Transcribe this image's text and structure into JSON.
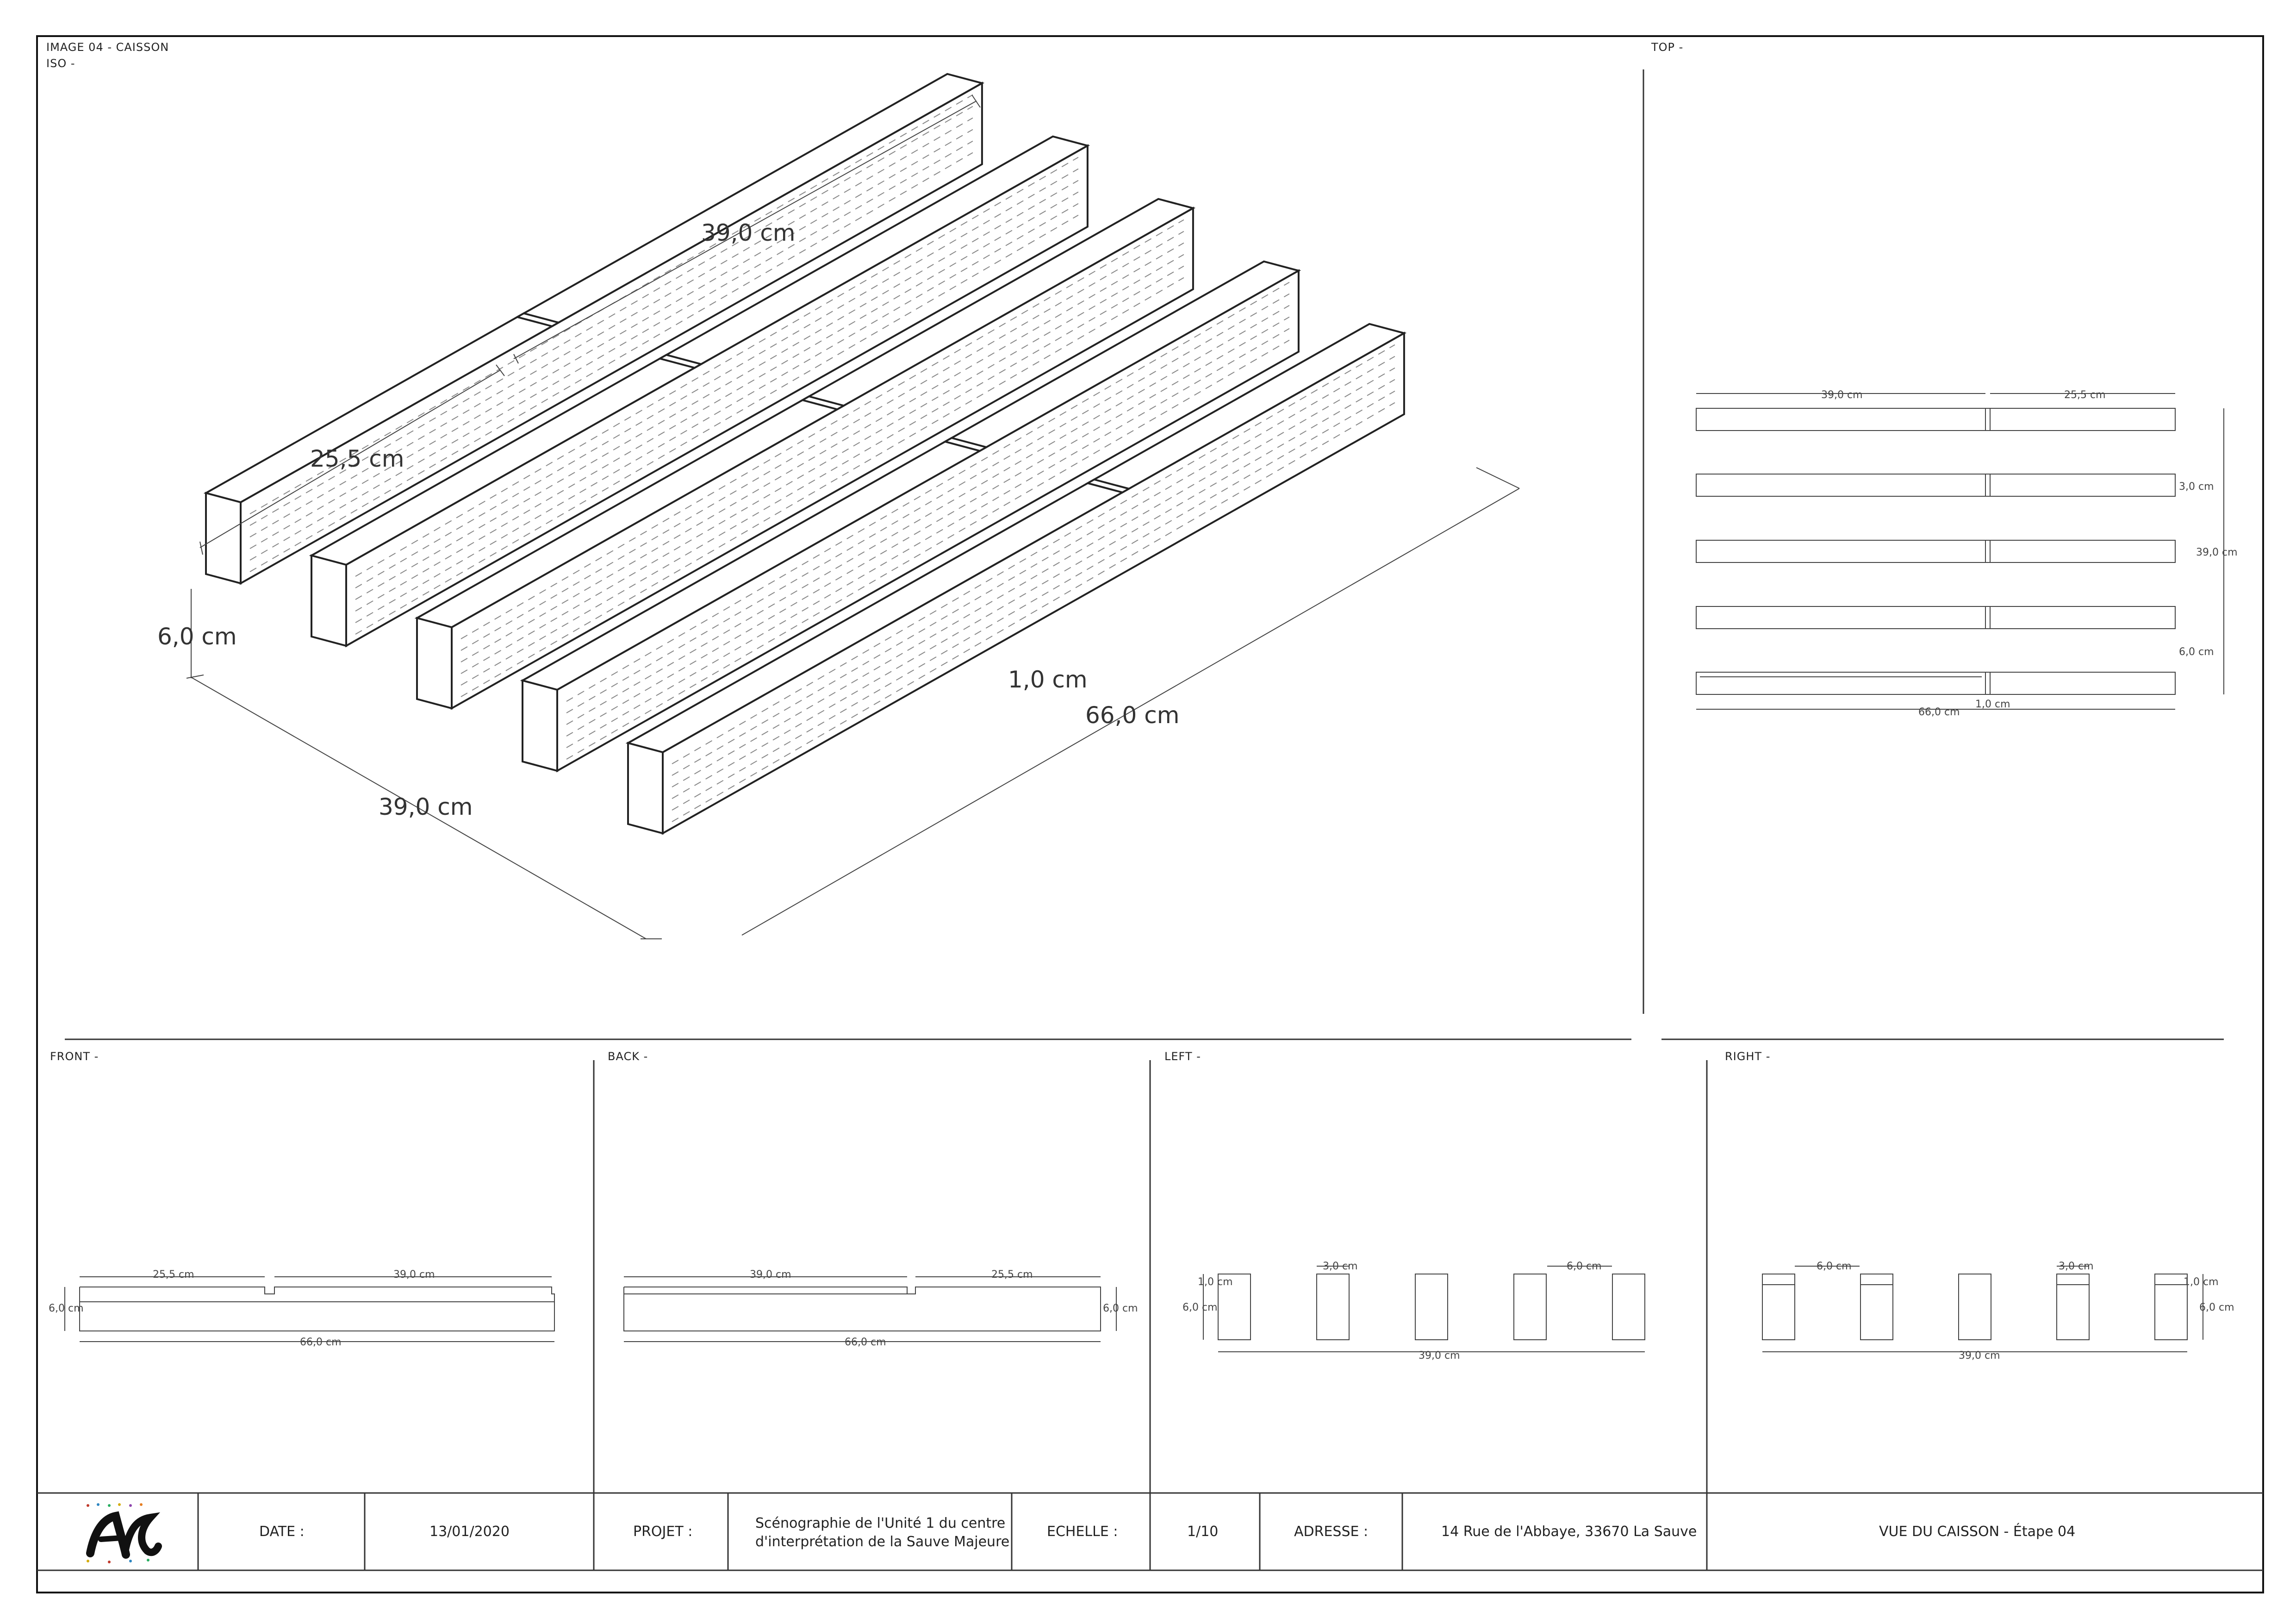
{
  "sheet": {
    "image_title": "IMAGE 04 - CAISSON",
    "iso_label": "ISO -",
    "top_label": "TOP -",
    "front_label": "FRONT -",
    "back_label": "BACK -",
    "left_label": "LEFT -",
    "right_label": "RIGHT -"
  },
  "iso_dims": {
    "top_length": "39,0 cm",
    "left_length": "25,5 cm",
    "height": "6,0 cm",
    "width": "39,0 cm",
    "total_length": "66,0 cm",
    "notch": "1,0 cm"
  },
  "top_view": {
    "seg1": "39,0 cm",
    "seg2": "25,5 cm",
    "bar_width": "3,0 cm",
    "overall_width": "39,0 cm",
    "height": "6,0 cm",
    "notch": "1,0 cm",
    "total": "66,0 cm"
  },
  "front_view": {
    "seg1": "25,5 cm",
    "seg2": "39,0 cm",
    "height": "6,0 cm",
    "total": "66,0 cm"
  },
  "back_view": {
    "seg1": "39,0 cm",
    "seg2": "25,5 cm",
    "height": "6,0 cm",
    "total": "66,0 cm"
  },
  "left_view": {
    "notch": "1,0 cm",
    "bar": "3,0 cm",
    "width": "6,0 cm",
    "height": "6,0 cm",
    "total": "39,0 cm"
  },
  "right_view": {
    "width": "6,0 cm",
    "bar": "3,0 cm",
    "notch": "1,0 cm",
    "height": "6,0 cm",
    "total": "39,0 cm"
  },
  "title_block": {
    "date_label": "DATE :",
    "date_value": "13/01/2020",
    "project_label": "PROJET :",
    "project_line1": "Scénographie de l'Unité 1 du centre",
    "project_line2": "d'interprétation de la Sauve Majeure",
    "scale_label": "ECHELLE :",
    "scale_value": "1/10",
    "address_label": "ADRESSE :",
    "address_value": "14 Rue de l'Abbaye, 33670 La Sauve",
    "view_title": "VUE DU CAISSON - Étape 04"
  }
}
